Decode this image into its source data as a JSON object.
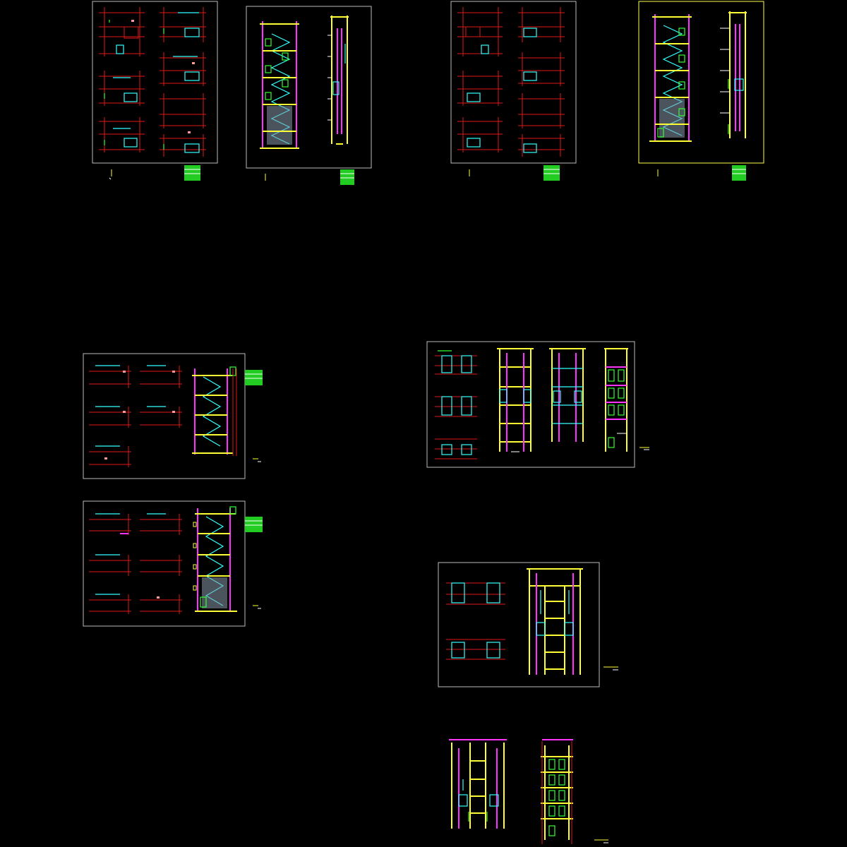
{
  "drawing": {
    "background": "#000000",
    "colors": {
      "frame": "#bdbdbd",
      "frame_active": "#ffff4d",
      "axis": "#e01818",
      "wall": "#ffff33",
      "opening": "#ff33ff",
      "door": "#33ffff",
      "green": "#33ff33",
      "note": "#ff9a9a"
    },
    "sheets": [
      {
        "id": "sheet-1",
        "kind": "plans+section"
      },
      {
        "id": "sheet-2",
        "kind": "plans+section",
        "active": true
      },
      {
        "id": "sheet-3",
        "kind": "plans+stair-section"
      },
      {
        "id": "sheet-4",
        "kind": "plans+stair-section"
      },
      {
        "id": "sheet-5",
        "kind": "plans+sections"
      },
      {
        "id": "sheet-6",
        "kind": "plans+section"
      },
      {
        "id": "sheet-7",
        "kind": "sections"
      }
    ]
  }
}
